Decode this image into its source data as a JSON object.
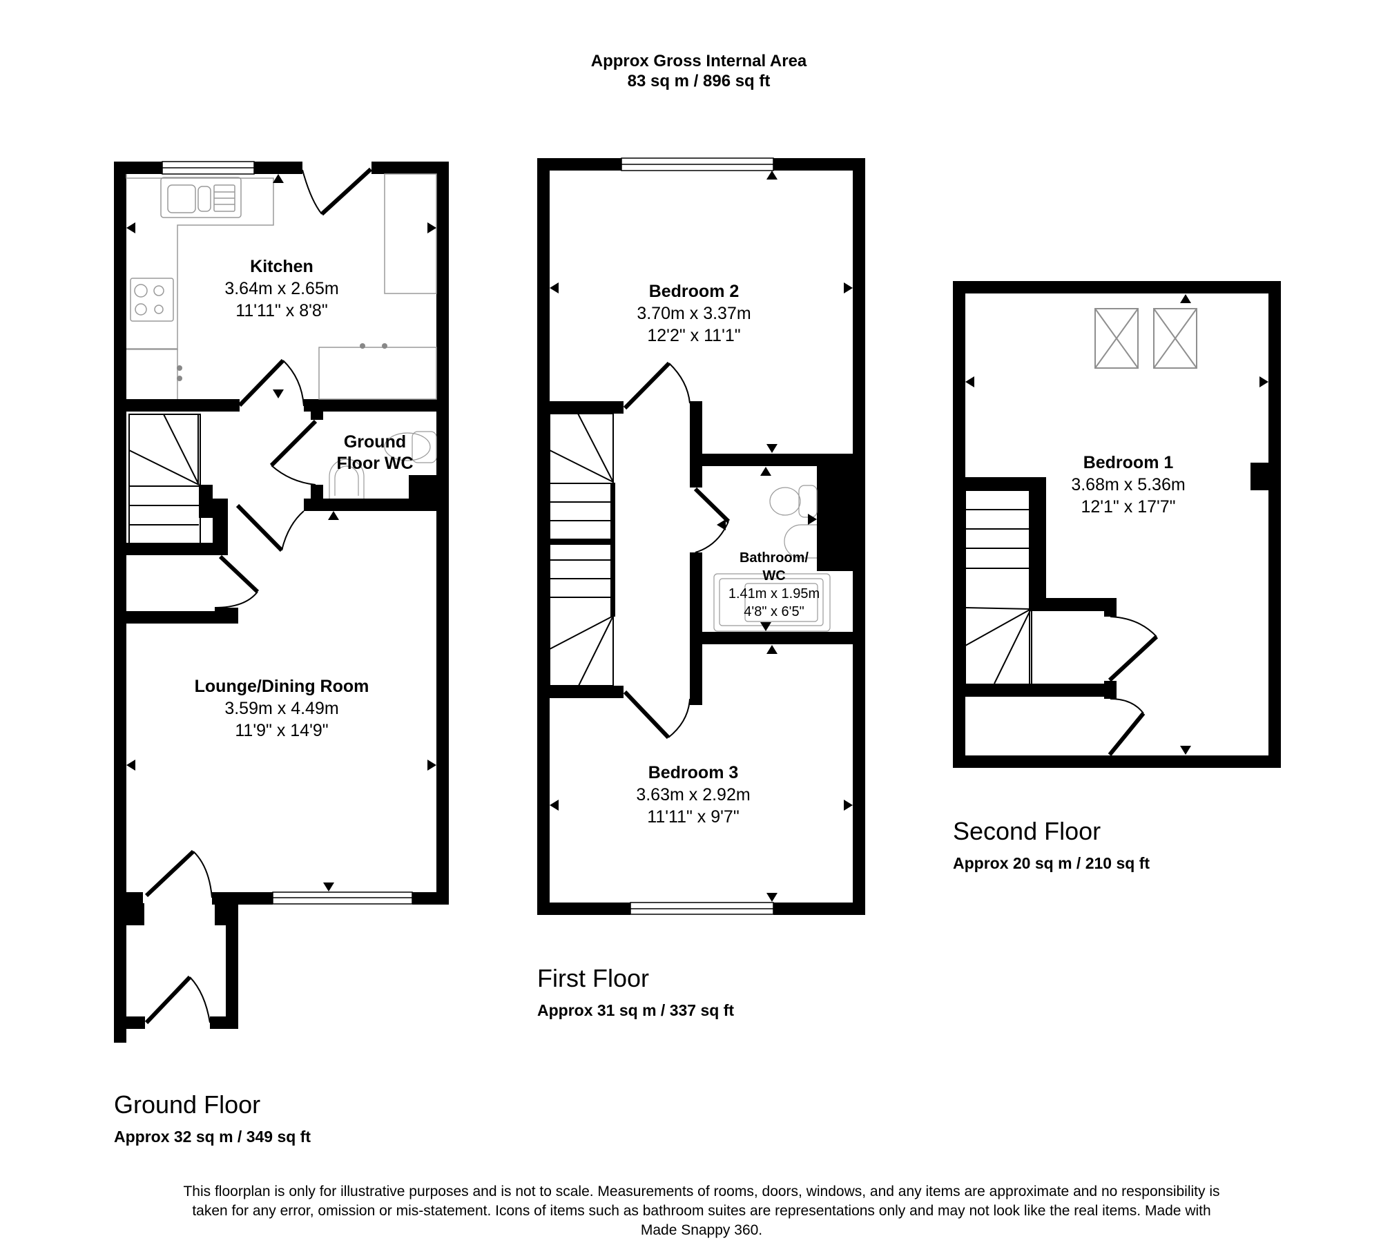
{
  "header": {
    "title": "Approx Gross Internal Area",
    "total_area": "83 sq m / 896 sq ft"
  },
  "floors": {
    "ground": {
      "name": "Ground Floor",
      "area": "Approx 32 sq m / 349 sq ft",
      "rooms": {
        "kitchen": {
          "name": "Kitchen",
          "metric": "3.64m x 2.65m",
          "imperial": "11'11\" x 8'8\""
        },
        "wc": {
          "name_line1": "Ground",
          "name_line2": "Floor WC"
        },
        "lounge": {
          "name": "Lounge/Dining Room",
          "metric": "3.59m x 4.49m",
          "imperial": "11'9\" x 14'9\""
        }
      }
    },
    "first": {
      "name": "First Floor",
      "area": "Approx 31 sq m / 337 sq ft",
      "rooms": {
        "bedroom2": {
          "name": "Bedroom 2",
          "metric": "3.70m x 3.37m",
          "imperial": "12'2\" x 11'1\""
        },
        "bathroom": {
          "name_line1": "Bathroom/",
          "name_line2": "WC",
          "metric": "1.41m x 1.95m",
          "imperial": "4'8\" x 6'5\""
        },
        "bedroom3": {
          "name": "Bedroom 3",
          "metric": "3.63m x 2.92m",
          "imperial": "11'11\" x 9'7\""
        }
      }
    },
    "second": {
      "name": "Second Floor",
      "area": "Approx 20 sq m / 210 sq ft",
      "rooms": {
        "bedroom1": {
          "name": "Bedroom 1",
          "metric": "3.68m x 5.36m",
          "imperial": "12'1\" x 17'7\""
        }
      }
    }
  },
  "footer": {
    "disclaimer": "This floorplan is only for illustrative purposes and is not to scale. Measurements of rooms, doors, windows, and any items are approximate and no responsibility is taken for any error, omission or mis-statement. Icons of items such as bathroom suites are representations only and may not look like the real items. Made with Made Snappy 360."
  },
  "colors": {
    "wall": "#000000",
    "fixture": "#9a9a9a",
    "background": "#ffffff"
  }
}
